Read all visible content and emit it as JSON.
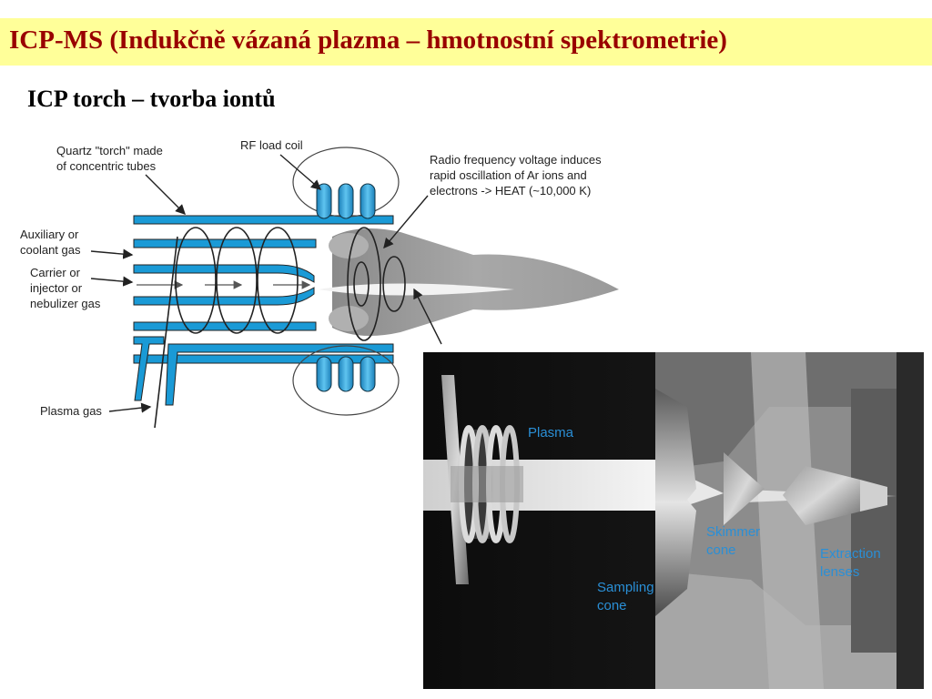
{
  "header": {
    "title": "ICP-MS (Indukčně vázaná plazma – hmotnostní spektrometrie)",
    "subtitle": "ICP torch – tvorba iontů"
  },
  "torch_diagram": {
    "labels": {
      "quartz_l1": "Quartz \"torch\" made",
      "quartz_l2": "of concentric tubes",
      "rf_coil": "RF load coil",
      "rf_note_l1": "Radio frequency voltage induces",
      "rf_note_l2": "rapid oscillation of Ar ions and",
      "rf_note_l3": "electrons -> HEAT (~10,000 K)",
      "aux_l1": "Auxiliary or",
      "aux_l2": "coolant gas",
      "carrier_l1": "Carrier or",
      "carrier_l2": "injector or",
      "carrier_l3": "nebulizer gas",
      "plasma_gas": "Plasma gas"
    }
  },
  "interface_photo": {
    "labels": {
      "plasma": "Plasma",
      "skimmer_l1": "Skimmer",
      "skimmer_l2": "cone",
      "sampling_l1": "Sampling",
      "sampling_l2": "cone",
      "extraction_l1": "Extraction",
      "extraction_l2": "lenses"
    }
  },
  "colors": {
    "title_bg": "#ffff99",
    "title_text": "#990000",
    "tube_blue": "#1a9ad6",
    "photo_label": "#2a8fd6"
  }
}
